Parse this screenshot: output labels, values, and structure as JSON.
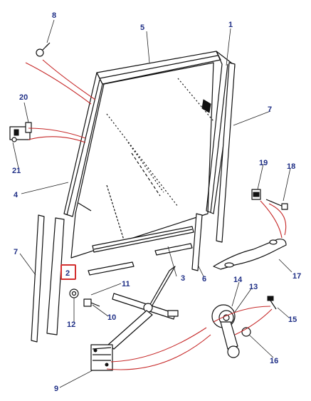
{
  "figure": {
    "callouts": [
      {
        "id": "c1",
        "text": "1"
      },
      {
        "id": "c2",
        "text": "2"
      },
      {
        "id": "c3",
        "text": "3"
      },
      {
        "id": "c4",
        "text": "4"
      },
      {
        "id": "c5",
        "text": "5"
      },
      {
        "id": "c6",
        "text": "6"
      },
      {
        "id": "c7a",
        "text": "7"
      },
      {
        "id": "c7b",
        "text": "7"
      },
      {
        "id": "c8",
        "text": "8"
      },
      {
        "id": "c9",
        "text": "9"
      },
      {
        "id": "c10",
        "text": "10"
      },
      {
        "id": "c11",
        "text": "11"
      },
      {
        "id": "c12",
        "text": "12"
      },
      {
        "id": "c13",
        "text": "13"
      },
      {
        "id": "c14",
        "text": "14"
      },
      {
        "id": "c15",
        "text": "15"
      },
      {
        "id": "c16",
        "text": "16"
      },
      {
        "id": "c17",
        "text": "17"
      },
      {
        "id": "c18",
        "text": "18"
      },
      {
        "id": "c19",
        "text": "19"
      },
      {
        "id": "c20",
        "text": "20"
      },
      {
        "id": "c21",
        "text": "21"
      }
    ],
    "highlighted_callout": "c2",
    "colors": {
      "callout_text": "#1f2f86",
      "highlight": "#d32f2f",
      "leader_accent": "#c62828",
      "line_art": "#111111"
    }
  }
}
